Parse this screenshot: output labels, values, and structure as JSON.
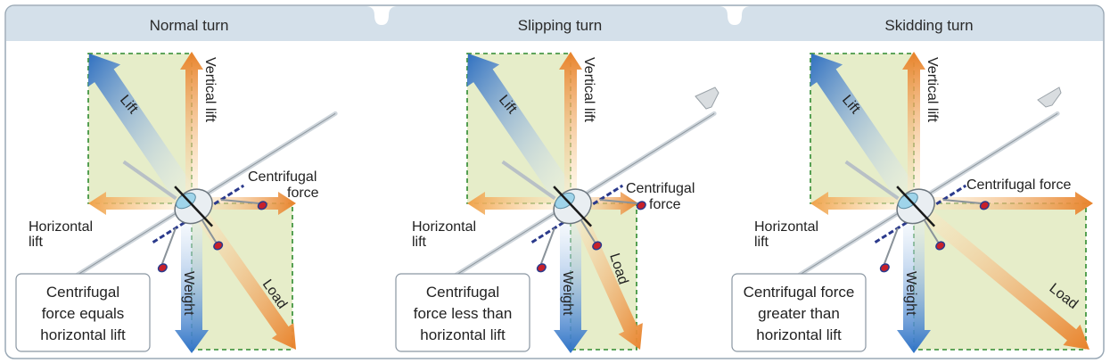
{
  "colors": {
    "header_band": "#d4e0ea",
    "frame_border": "#9aa9b6",
    "shade": "#e6edc9",
    "dash": "#2f8a2f",
    "lift_arrow": "#2e6fc0",
    "warm_arrow": "#e8822a",
    "weight_arrow": "#2d72c6",
    "caption_border": "#8a96a2"
  },
  "panels": [
    {
      "title": "Normal turn",
      "labels": {
        "lift": "Lift",
        "vertical_lift": "Vertical lift",
        "centrifugal": [
          "Centrifugal",
          "force"
        ],
        "horizontal_lift": [
          "Horizontal",
          "lift"
        ],
        "weight": "Weight",
        "load": "Load"
      },
      "caption": [
        "Centrifugal",
        "force equals",
        "horizontal lift"
      ]
    },
    {
      "title": "Slipping turn",
      "labels": {
        "lift": "Lift",
        "vertical_lift": "Vertical lift",
        "centrifugal": [
          "Centrifugal",
          "force"
        ],
        "horizontal_lift": [
          "Horizontal",
          "lift"
        ],
        "weight": "Weight",
        "load": "Load"
      },
      "caption": [
        "Centrifugal",
        "force less than",
        "horizontal lift"
      ]
    },
    {
      "title": "Skidding turn",
      "labels": {
        "lift": "Lift",
        "vertical_lift": "Vertical lift",
        "centrifugal": [
          "Centrifugal force"
        ],
        "horizontal_lift": [
          "Horizontal",
          "lift"
        ],
        "weight": "Weight",
        "load": "Load"
      },
      "caption": [
        "Centrifugal force",
        "greater than",
        "horizontal lift"
      ]
    }
  ]
}
